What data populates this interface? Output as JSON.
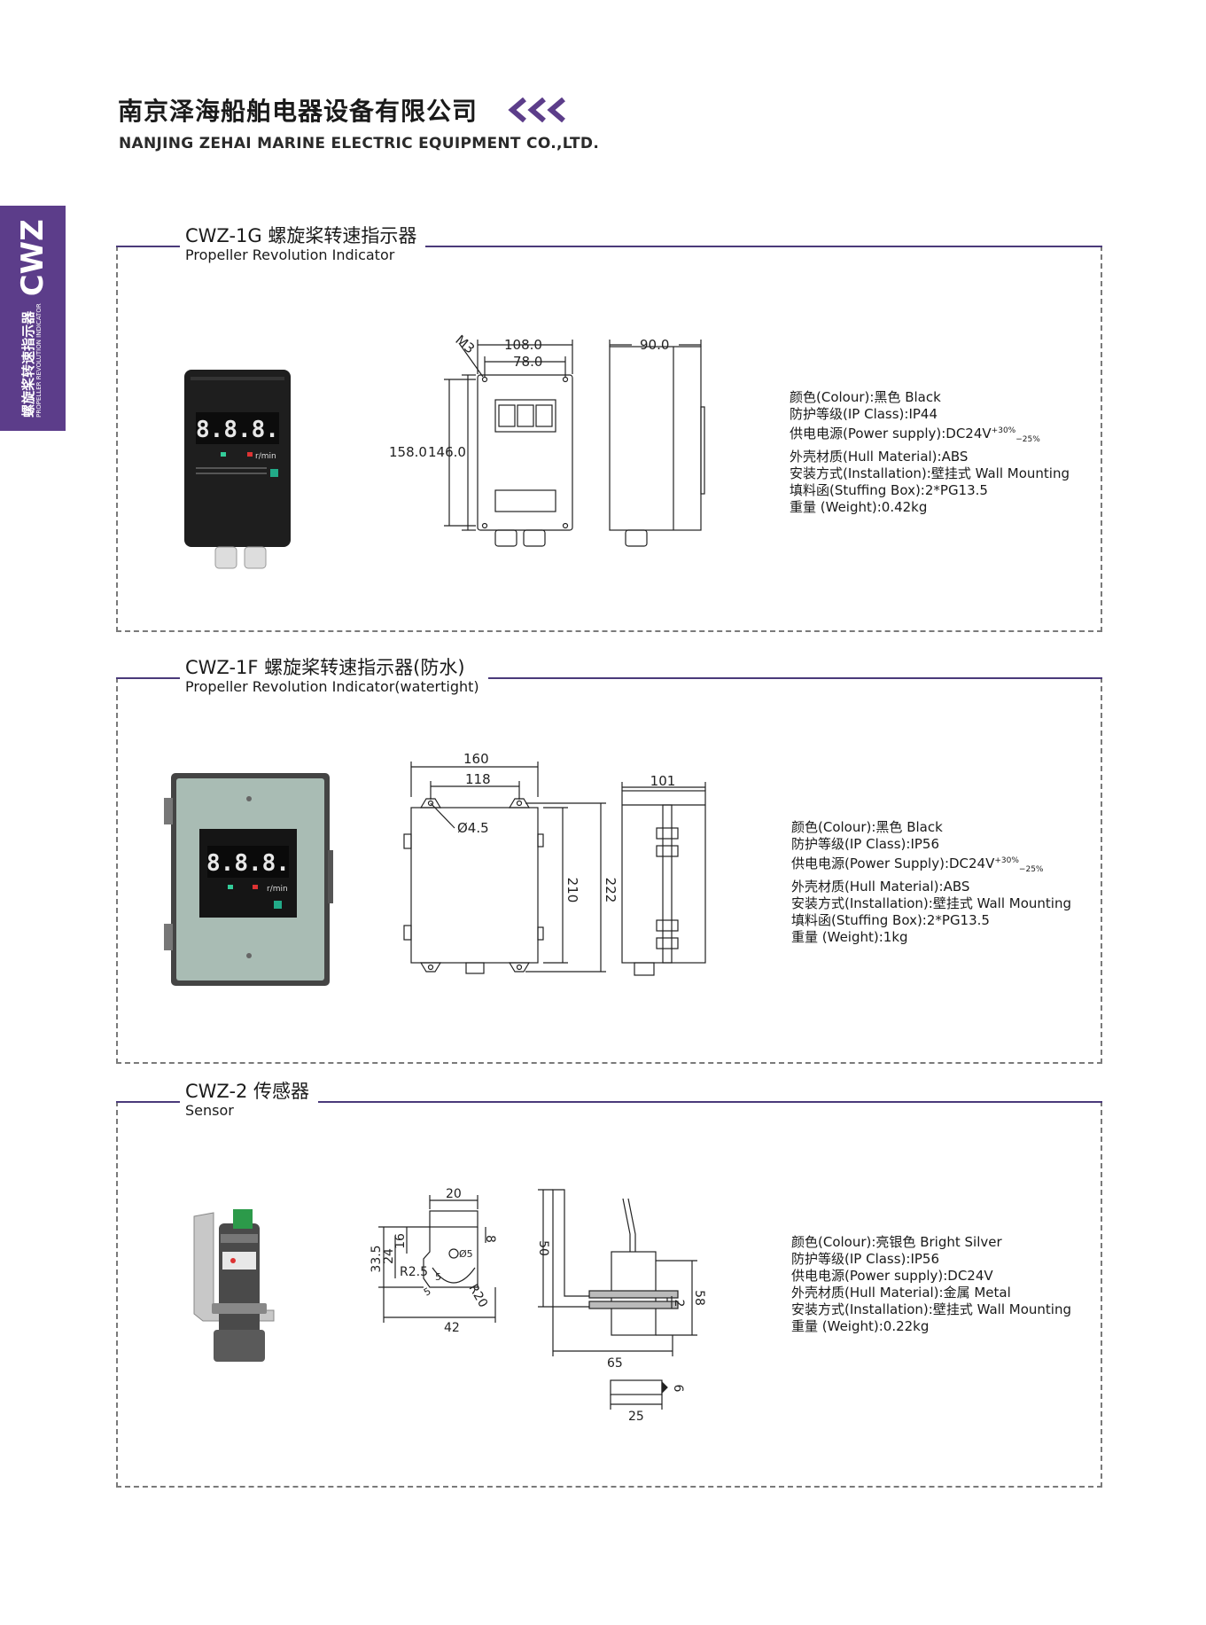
{
  "header": {
    "company_cn": "南京泽海船舶电器设备有限公司",
    "company_en": "NANJING ZEHAI MARINE ELECTRIC EQUIPMENT CO.,LTD."
  },
  "side_tab": {
    "code": "CWZ",
    "label_cn": "螺旋桨转速指示器",
    "label_en": "PROPELLER REVOLUTION INDICATOR"
  },
  "colors": {
    "accent": "#5c3d8a",
    "line": "#4a3a7a"
  },
  "sections": [
    {
      "title_cn": "CWZ-1G 螺旋桨转速指示器",
      "title_en": "Propeller Revolution Indicator",
      "display_digits": "8.8.8.",
      "unit": "r/min",
      "dims": {
        "m3": "M3",
        "w_outer": "108.0",
        "w_inner": "78.0",
        "h_outer": "158.0",
        "h_inner": "146.0",
        "depth": "90.0"
      },
      "specs": [
        "颜色(Colour):黑色 Black",
        "防护等级(IP Class):IP44",
        "供电电源(Power supply):DC24V",
        "外壳材质(Hull Material):ABS",
        "安装方式(Installation):壁挂式 Wall Mounting",
        "填料函(Stuffing Box):2*PG13.5",
        "重量 (Weight):0.42kg"
      ],
      "tol_plus": "+30%",
      "tol_minus": "−25%"
    },
    {
      "title_cn": "CWZ-1F 螺旋桨转速指示器(防水)",
      "title_en": "Propeller Revolution Indicator(watertight)",
      "display_digits": "8.8.8.",
      "unit": "r/min",
      "dims": {
        "w_outer": "160",
        "w_inner": "118",
        "hole": "Ø4.5",
        "h_inner": "210",
        "h_outer": "222",
        "depth": "101"
      },
      "specs": [
        "颜色(Colour):黑色 Black",
        "防护等级(IP Class):IP56",
        "供电电源(Power Supply):DC24V",
        "外壳材质(Hull Material):ABS",
        "安装方式(Installation):壁挂式 Wall Mounting",
        "填料函(Stuffing Box):2*PG13.5",
        "重量 (Weight):1kg"
      ],
      "tol_plus": "+30%",
      "tol_minus": "−25%"
    },
    {
      "title_cn": "CWZ-2 传感器",
      "title_en": "Sensor",
      "dims": {
        "top": "20",
        "h1": "33.5",
        "h2": "24",
        "h3": "16",
        "r1": "R2.5",
        "hole": "Ø5",
        "r2": "R20",
        "s5a": "5",
        "s5b": "5",
        "s8": "8",
        "base": "42",
        "h50": "50",
        "w65": "65",
        "h58": "58",
        "t2": "2",
        "w25": "25",
        "t6": "6"
      },
      "specs": [
        "颜色(Colour):亮银色 Bright Silver",
        "防护等级(IP Class):IP56",
        "供电电源(Power supply):DC24V",
        "外壳材质(Hull Material):金属 Metal",
        "安装方式(Installation):壁挂式 Wall Mounting",
        "重量 (Weight):0.22kg"
      ]
    }
  ]
}
